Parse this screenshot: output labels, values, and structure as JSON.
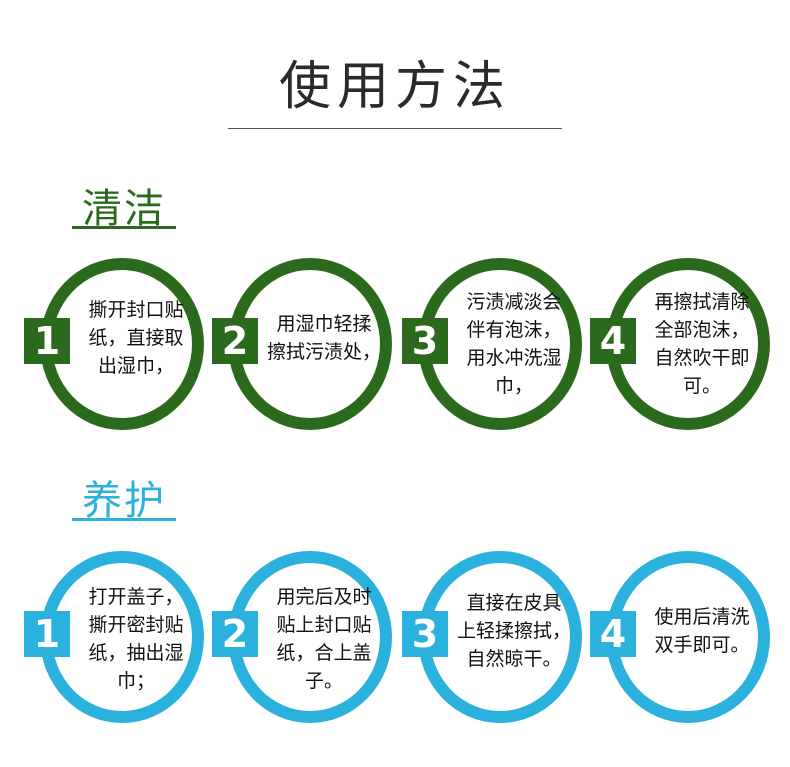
{
  "title": "使用方法",
  "sections": [
    {
      "label": "清洁",
      "steps": [
        {
          "num": "1",
          "text": "撕开封口贴\n纸，直接取\n出湿巾，"
        },
        {
          "num": "2",
          "text": "用湿巾轻揉\n擦拭污渍处，"
        },
        {
          "num": "3",
          "text": "污渍减淡会\n伴有泡沫，\n用水冲洗湿\n巾，"
        },
        {
          "num": "4",
          "text": "再擦拭清除\n全部泡沫，\n自然吹干即\n可。"
        }
      ]
    },
    {
      "label": "养护",
      "steps": [
        {
          "num": "1",
          "text": "打开盖子，\n撕开密封贴\n纸，抽出湿\n巾；"
        },
        {
          "num": "2",
          "text": "用完后及时\n贴上封口贴\n纸，合上盖\n子。"
        },
        {
          "num": "3",
          "text": "直接在皮具\n上轻揉擦拭，\n自然晾干。"
        },
        {
          "num": "4",
          "text": "使用后清洗\n双手即可。"
        }
      ]
    }
  ],
  "colors": {
    "green": "#2b6a1c",
    "blue": "#2bb1de"
  }
}
